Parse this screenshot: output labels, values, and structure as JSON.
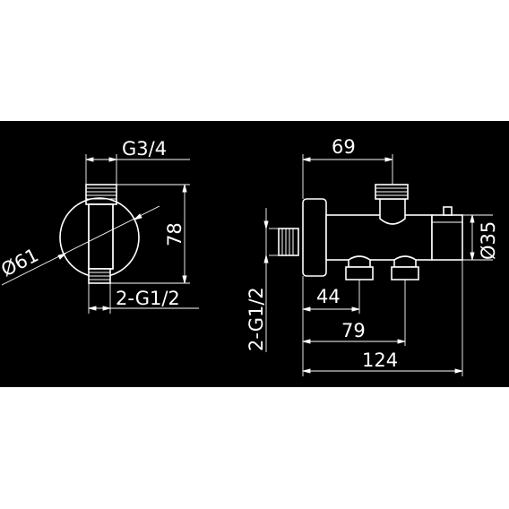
{
  "colors": {
    "background": "#ffffff",
    "panel": "#000000",
    "ink": "#ffffff"
  },
  "side_view": {
    "top_thread": "G3/4",
    "diameter": "Ø61",
    "height": "78",
    "bottom_thread": "2-G1/2"
  },
  "front_view": {
    "overall_width_top": "69",
    "body_diameter": "Ø35",
    "inlet_thread": "2-G1/2",
    "dim_44": "44",
    "dim_79": "79",
    "dim_124": "124"
  }
}
